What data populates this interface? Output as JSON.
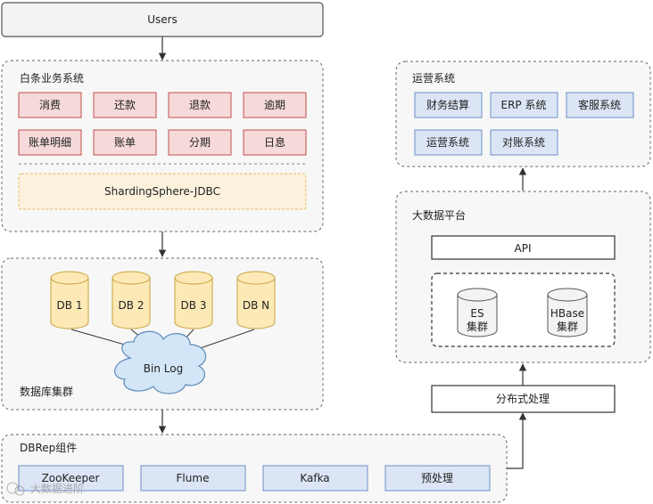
{
  "users": {
    "label": "Users"
  },
  "business_system": {
    "title": "白条业务系统",
    "row1": [
      "消费",
      "还款",
      "退款",
      "逾期"
    ],
    "row2": [
      "账单明细",
      "账单",
      "分期",
      "日息"
    ],
    "jdbc": "ShardingSphere-JDBC"
  },
  "db_cluster": {
    "title": "数据库集群",
    "dbs": [
      "DB 1",
      "DB 2",
      "DB 3",
      "DB N"
    ],
    "binlog": "Bin Log"
  },
  "dbrep": {
    "title": "DBRep组件",
    "components": [
      "ZooKeeper",
      "Flume",
      "Kafka",
      "预处理"
    ]
  },
  "ops_system": {
    "title": "运营系统",
    "row1": [
      "财务结算",
      "ERP 系统",
      "客服系统"
    ],
    "row2": [
      "运营系统",
      "对账系统"
    ]
  },
  "bigdata": {
    "title": "大数据平台",
    "api": "API",
    "es": [
      "ES",
      "集群"
    ],
    "hbase": [
      "HBase",
      "集群"
    ]
  },
  "distributed": {
    "label": "分布式处理"
  },
  "watermark": "大数据进阶",
  "colors": {
    "red_fill": "#f6d9d9",
    "red_stroke": "#c0504d",
    "blue_fill": "#dbe5f5",
    "blue_stroke": "#6f8fc9",
    "yellow_fill": "#fbf1dc",
    "yellow_stroke": "#e8b866",
    "cloud_fill": "#d3e6f7",
    "cloud_stroke": "#5c8ab8",
    "db_fill": "#fde9b6",
    "db_stroke": "#c9a23c",
    "container_fill": "#f7f7f7",
    "container_stroke": "#666666"
  }
}
